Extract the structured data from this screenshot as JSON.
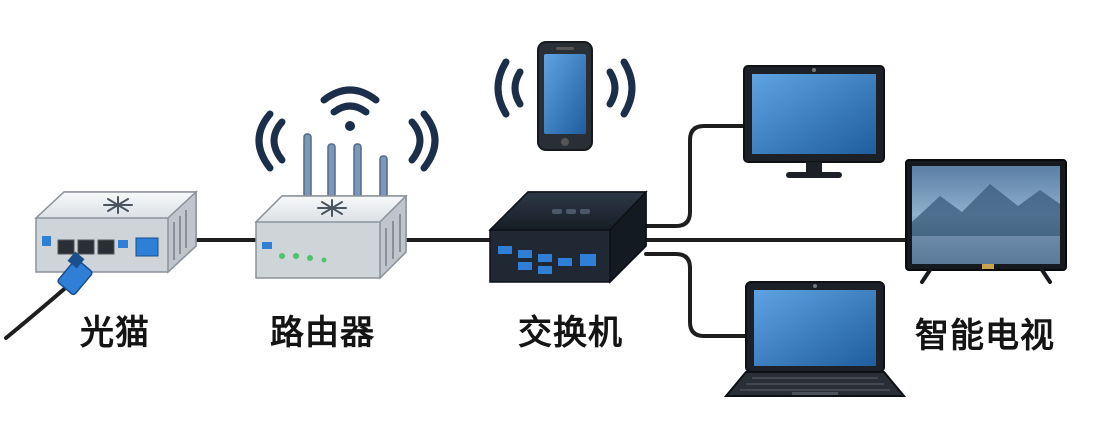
{
  "devices": {
    "modem": {
      "label": "光猫"
    },
    "router": {
      "label": "路由器"
    },
    "switch": {
      "label": "交换机"
    },
    "tv": {
      "label": "智能电视"
    }
  },
  "icons": [
    "wifi-icon",
    "smartphone-icon",
    "monitor-icon",
    "smart-tv-icon",
    "laptop-icon"
  ],
  "colors": {
    "cable": "#1e1e1e",
    "device_body": "#eef0f2",
    "switch_body": "#1f2833",
    "wifi_waves": "#1b2f4a",
    "screen": "#3a7ec4",
    "port_blue": "#2f7fd6",
    "led_green": "#4cc46c"
  }
}
